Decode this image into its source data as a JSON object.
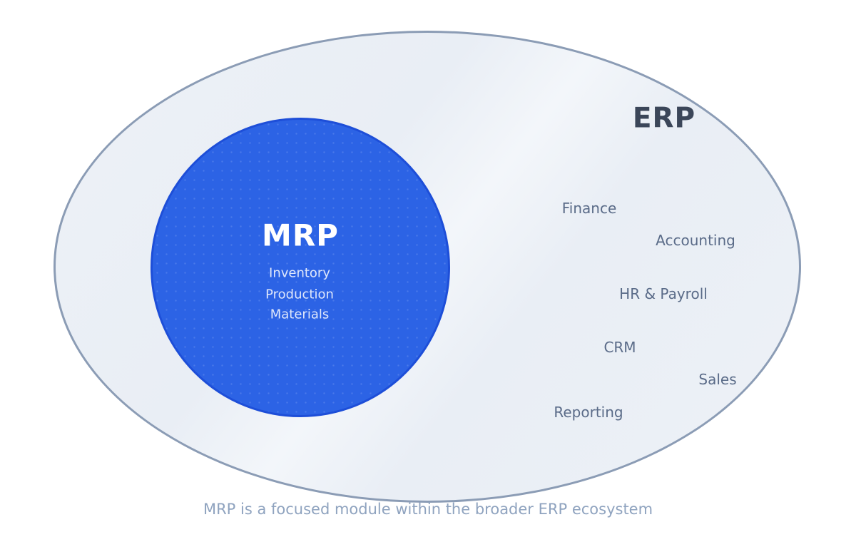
{
  "diagram": {
    "erp": {
      "title": "ERP",
      "modules": [
        {
          "label": "Finance"
        },
        {
          "label": "Accounting"
        },
        {
          "label": "HR & Payroll"
        },
        {
          "label": "CRM"
        },
        {
          "label": "Sales"
        },
        {
          "label": "Reporting"
        }
      ]
    },
    "mrp": {
      "title": "MRP",
      "items": [
        "Inventory",
        "Production",
        "Materials"
      ]
    },
    "caption": "MRP is a focused module within the broader ERP ecosystem",
    "colors": {
      "ellipse_fill": "#edf1f6",
      "ellipse_stroke": "#8b9cb5",
      "circle_fill": "#2c63e5",
      "circle_stroke": "#1d4ed8",
      "erp_title_text": "#3b4659",
      "module_label_text": "#5a6b88",
      "mrp_title_text": "#ffffff",
      "mrp_item_text": "#dfe7fb",
      "caption_text": "#8fa3bf"
    }
  }
}
